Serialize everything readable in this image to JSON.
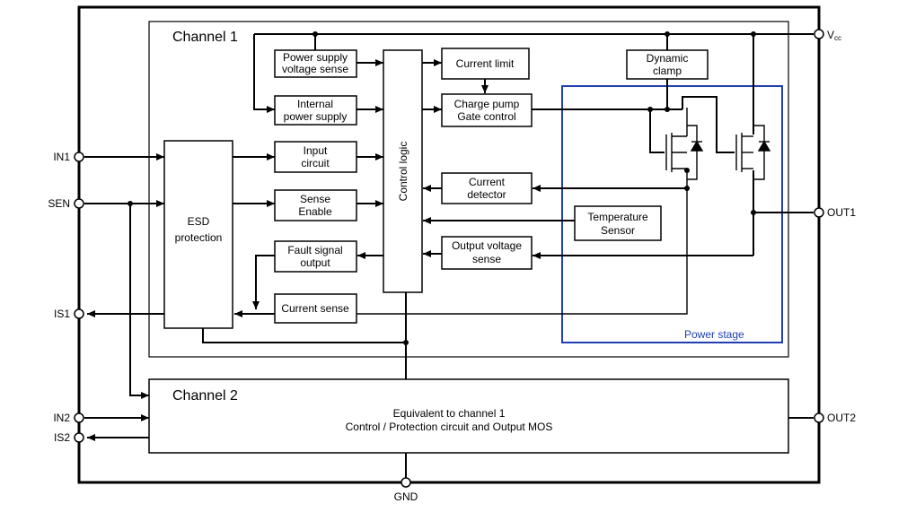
{
  "channel1": {
    "title": "Channel 1"
  },
  "channel2": {
    "title": "Channel 2",
    "line1": "Equivalent to channel 1",
    "line2": "Control / Protection circuit and Output MOS"
  },
  "blocks": {
    "psvs": [
      "Power supply",
      "voltage sense"
    ],
    "ips": [
      "Internal",
      "power supply"
    ],
    "input": [
      "Input",
      "circuit"
    ],
    "sense_en": [
      "Sense",
      "Enable"
    ],
    "fault": [
      "Fault signal",
      "output"
    ],
    "cur_sense": "Current sense",
    "esd": [
      "ESD",
      "protection"
    ],
    "control": "Control logic",
    "cur_limit": "Current limit",
    "charge": [
      "Charge pump",
      "Gate control"
    ],
    "cur_det": [
      "Current",
      "detector"
    ],
    "temp": [
      "Temperature",
      "Sensor"
    ],
    "ovs": [
      "Output voltage",
      "sense"
    ],
    "clamp": [
      "Dynamic",
      "clamp"
    ],
    "power_stage": "Power stage"
  },
  "pins": {
    "vcc": "V",
    "vcc_sub": "cc",
    "in1": "IN1",
    "sen": "SEN",
    "is1": "IS1",
    "in2": "IN2",
    "is2": "IS2",
    "out1": "OUT1",
    "out2": "OUT2",
    "gnd": "GND"
  },
  "colors": {
    "line": "#000000",
    "power_stage": "#1f3fb0"
  }
}
